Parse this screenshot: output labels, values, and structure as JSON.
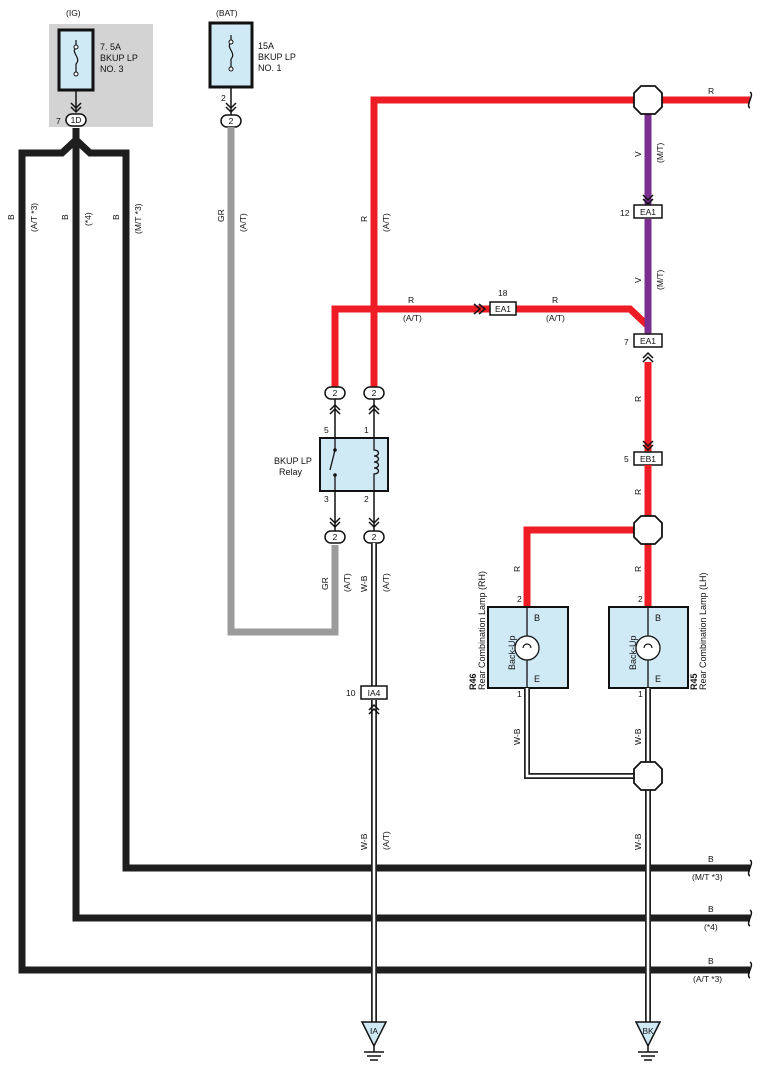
{
  "fuses": {
    "ig": {
      "source": "(IG)",
      "amp": "7. 5A",
      "name1": "BKUP LP",
      "name2": "NO. 3",
      "pin": "7",
      "connector": "1D"
    },
    "bat": {
      "source": "(BAT)",
      "amp": "15A",
      "name1": "BKUP LP",
      "name2": "NO. 1",
      "pin": "2",
      "connector": "2"
    }
  },
  "relay": {
    "name1": "BKUP LP",
    "name2": "Relay",
    "pin5": "5",
    "pin1": "1",
    "pin3": "3",
    "pin2": "2",
    "conn_top_left": "2",
    "conn_top_right": "2",
    "conn_bot_left": "2",
    "conn_bot_right": "2"
  },
  "connectors": {
    "ea1_upper": {
      "pin": "12",
      "label": "EA1"
    },
    "ea1_mid": {
      "pin": "18",
      "label": "EA1"
    },
    "ea1_lower": {
      "pin": "7",
      "label": "EA1"
    },
    "eb1": {
      "pin": "5",
      "label": "EB1"
    },
    "ia4": {
      "pin": "10",
      "label": "IA4"
    }
  },
  "wires": {
    "b_at3": {
      "color": "B",
      "note": "(A/T *3)"
    },
    "b_4": {
      "color": "B",
      "note": "(*4)"
    },
    "b_mt3": {
      "color": "B",
      "note": "(M/T *3)"
    },
    "gr_at": {
      "color": "GR",
      "note": "(A/T)"
    },
    "r_at_vert": {
      "color": "R",
      "note": "(A/T)"
    },
    "r_top": {
      "color": "R"
    },
    "r_mid_left": {
      "color": "R",
      "note": "(A/T)"
    },
    "r_mid_right": {
      "color": "R",
      "note": "(A/T)"
    },
    "v_upper": {
      "color": "V",
      "note": "(M/T)"
    },
    "v_lower": {
      "color": "V",
      "note": "(M/T)"
    },
    "r_ea1_eb1": {
      "color": "R"
    },
    "r_eb1_splice": {
      "color": "R"
    },
    "r_rh": {
      "color": "R"
    },
    "r_lh": {
      "color": "R"
    },
    "gr_relay": {
      "color": "GR",
      "note": "(A/T)"
    },
    "wb_relay": {
      "color": "W-B",
      "note": "(A/T)"
    },
    "wb_lower": {
      "color": "W-B",
      "note": "(A/T)"
    },
    "wb_rh": {
      "color": "W-B"
    },
    "wb_lh": {
      "color": "W-B"
    },
    "wb_ground": {
      "color": "W-B"
    },
    "out_mt3": {
      "color": "B",
      "note": "(M/T *3)"
    },
    "out_4": {
      "color": "B",
      "note": "(*4)"
    },
    "out_at3": {
      "color": "B",
      "note": "(A/T *3)"
    }
  },
  "lamps": {
    "rh": {
      "code": "R46",
      "name": "Rear Combination Lamp (RH)",
      "function": "Back-Up",
      "pin_b": "B",
      "pin_e": "E",
      "pin_top": "2",
      "pin_bot": "1"
    },
    "lh": {
      "code": "R45",
      "name": "Rear Combination Lamp (LH)",
      "function": "Back-Up",
      "pin_b": "B",
      "pin_e": "E",
      "pin_top": "2",
      "pin_bot": "1"
    }
  },
  "grounds": {
    "left": "IA",
    "right": "BK"
  },
  "colors": {
    "red": "#ee1c25",
    "black": "#1e1e1e",
    "purple": "#7b2d90",
    "gray": "#9b9b9b",
    "component_fill": "#cfe9f5",
    "fuse_bg": "#d3d3d3"
  }
}
